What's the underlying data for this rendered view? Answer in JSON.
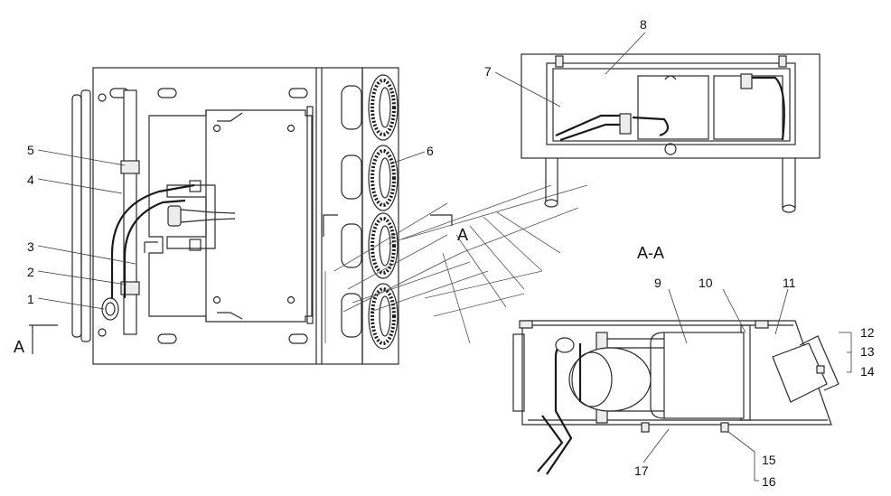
{
  "callouts": {
    "c1": "1",
    "c2": "2",
    "c3": "3",
    "c4": "4",
    "c5": "5",
    "c6": "6",
    "c7": "7",
    "c8": "8",
    "c9": "9",
    "c10": "10",
    "c11": "11",
    "c12": "12",
    "c13": "13",
    "c14": "14",
    "c15": "15",
    "c16": "16",
    "c17": "17"
  },
  "section": {
    "title": "A-A",
    "mark_left": "A",
    "mark_right": "A"
  }
}
